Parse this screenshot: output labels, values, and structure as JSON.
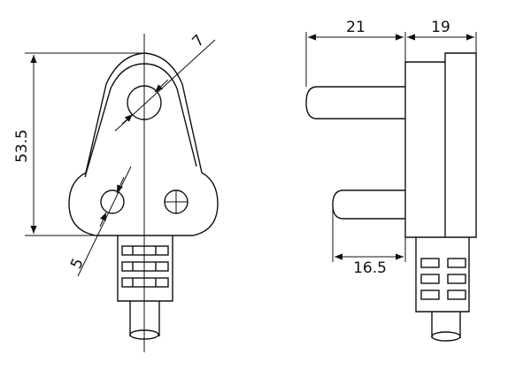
{
  "dimensions": {
    "pin_spacing_height": "53.5",
    "large_hole_diameter": "7",
    "small_hole_diameter": "5",
    "pin_length_top": "21",
    "body_depth": "19",
    "pin_length_bottom": "16.5"
  },
  "colors": {
    "line": "#111111",
    "background": "#ffffff"
  }
}
